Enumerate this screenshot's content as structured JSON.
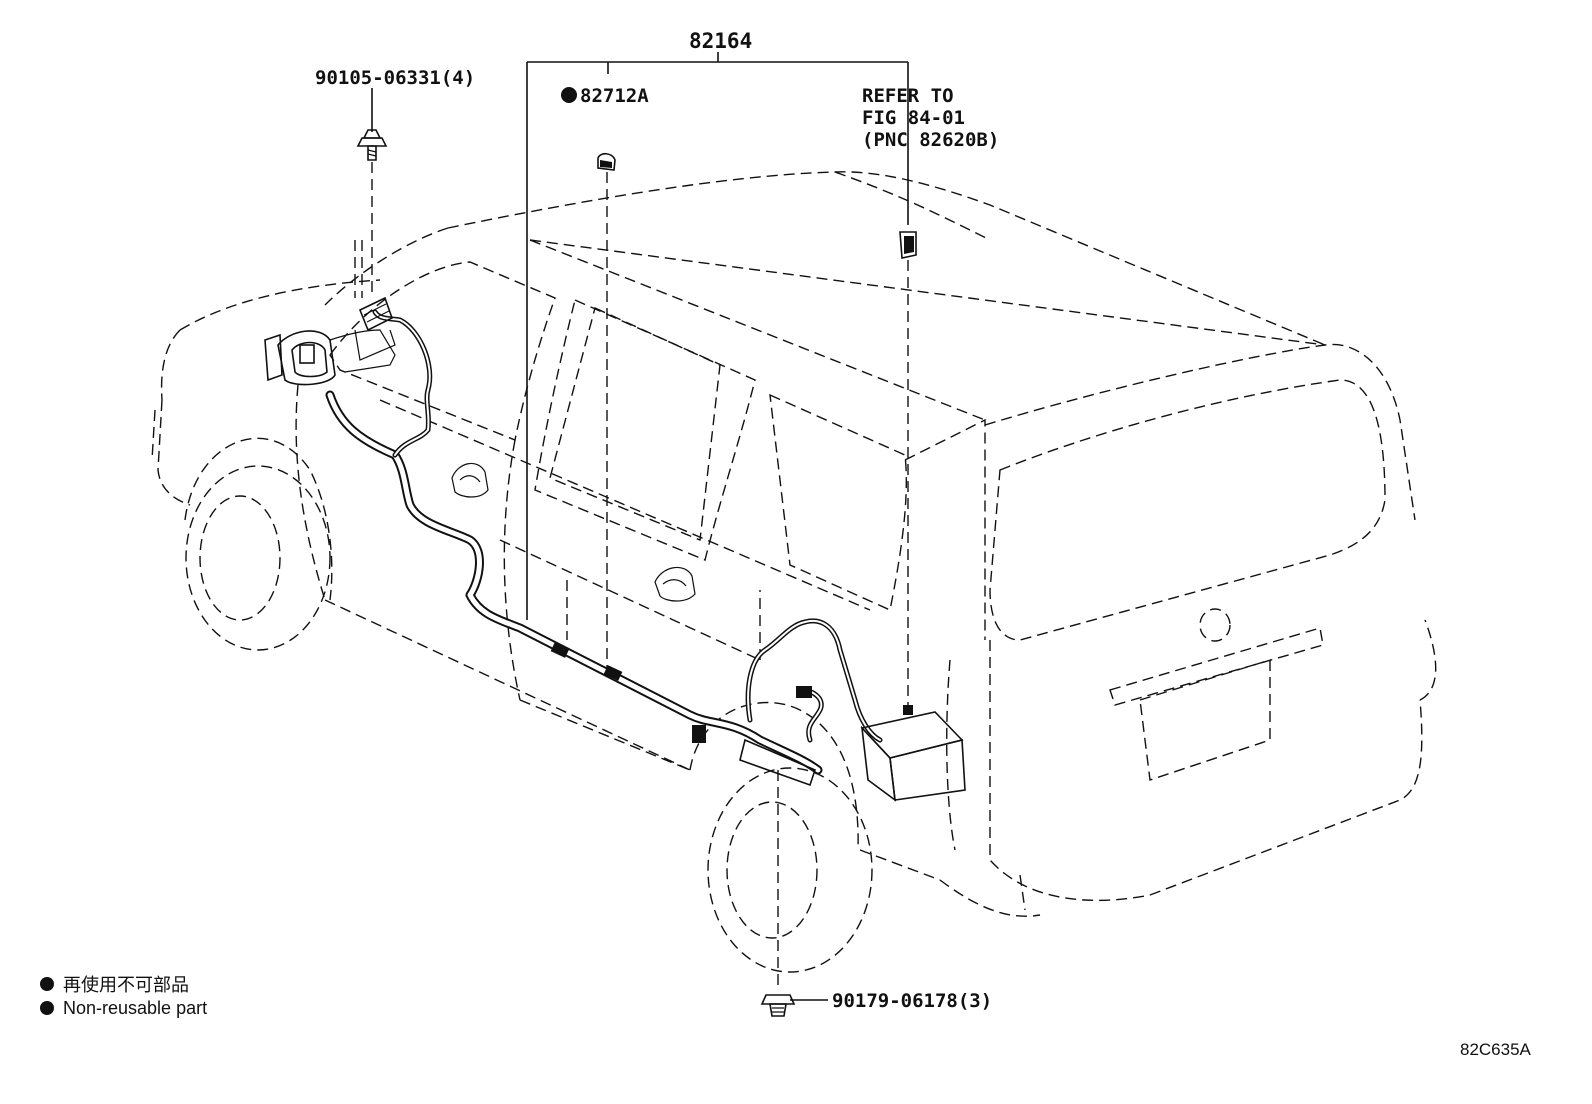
{
  "callouts": {
    "main_harness": "82164",
    "bolt_top": "90105-06331(4)",
    "clamp_marked": "82712A",
    "refer_line1": "REFER TO",
    "refer_line2": "FIG 84-01",
    "refer_line3": "(PNC 82620B)",
    "clip_bottom": "90179-06178(3)"
  },
  "legend": {
    "marker": "●",
    "line_jp": "再使用不可部品",
    "line_en": "Non-reusable part"
  },
  "figure_code": "82C635A"
}
